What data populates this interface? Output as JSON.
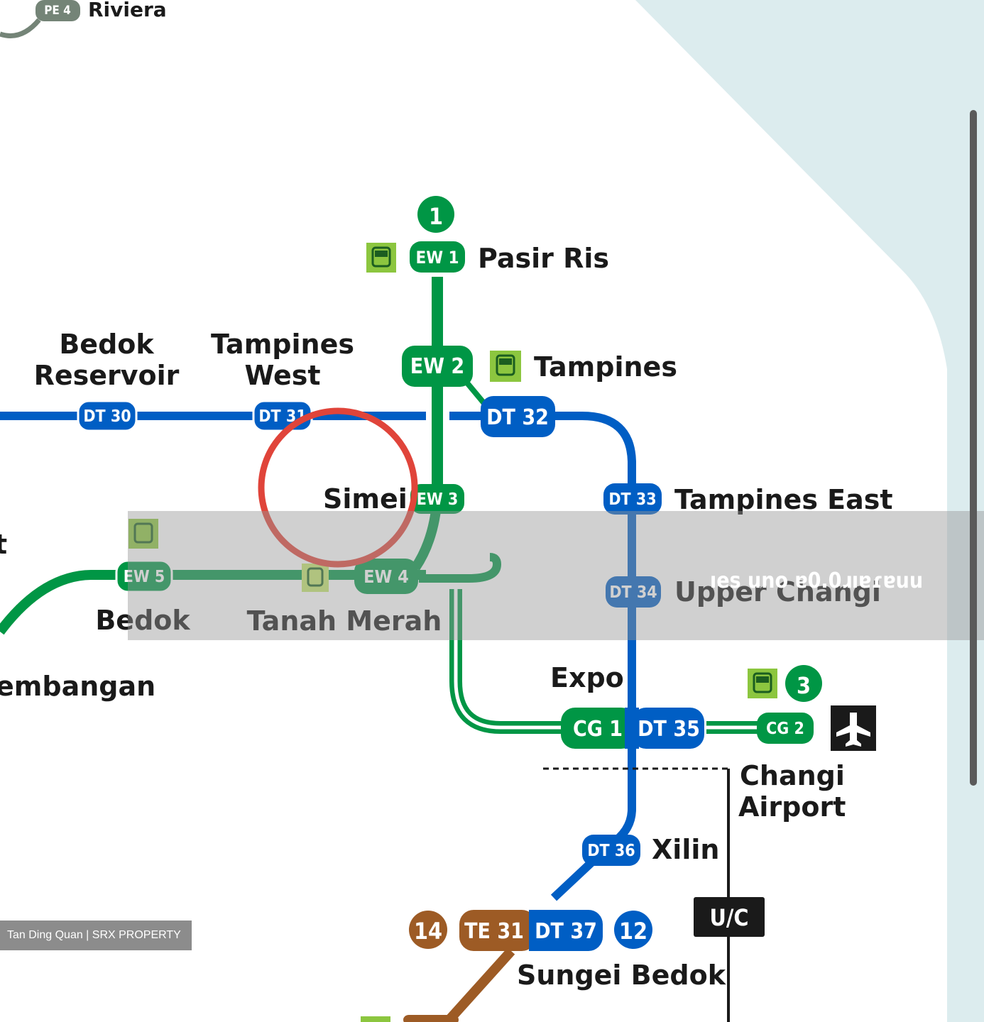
{
  "colors": {
    "ew_line": "#009645",
    "dt_line": "#005ec4",
    "te_line": "#9d5b25",
    "pe_line": "#748477",
    "sea": "#dcecee",
    "highlight_circle": "#e0443a",
    "bus_icon": "#8cc63f",
    "overlay": "rgba(150,150,150,0.55)"
  },
  "stations": {
    "riviera": {
      "code": "PE 4",
      "name": "Riviera"
    },
    "pasir_ris": {
      "code": "EW 1",
      "name": "Pasir Ris",
      "bus_interchange_no": "1"
    },
    "tampines": {
      "code_ew": "EW 2",
      "code_dt": "DT 32",
      "name": "Tampines"
    },
    "simei": {
      "code": "EW 3",
      "name": "Simei"
    },
    "bedok_reservoir": {
      "code": "DT 30",
      "name_line1": "Bedok",
      "name_line2": "Reservoir"
    },
    "tampines_west": {
      "code": "DT 31",
      "name_line1": "Tampines",
      "name_line2": "West"
    },
    "tampines_east": {
      "code": "DT 33",
      "name": "Tampines East"
    },
    "upper_changi": {
      "code": "DT 34",
      "name": "Upper Changi"
    },
    "bedok": {
      "code": "EW 5",
      "name": "Bedok"
    },
    "tanah_merah": {
      "code": "EW 4",
      "name": "Tanah Merah"
    },
    "kembangan": {
      "name": "embangan"
    },
    "partial_left": {
      "name": "t"
    },
    "expo": {
      "code_cg": "CG 1",
      "code_dt": "DT 35",
      "name": "Expo"
    },
    "changi_airport": {
      "code": "CG 2",
      "name_line1": "Changi",
      "name_line2": "Airport",
      "bus_interchange_no": "3"
    },
    "xilin": {
      "code": "DT 36",
      "name": "Xilin"
    },
    "sungei_bedok": {
      "code_te": "TE 31",
      "code_dt": "DT 37",
      "name": "Sungei Bedok",
      "te_no": "14",
      "dt_no": "12"
    }
  },
  "labels": {
    "under_construction": "U/C",
    "overlay_text": "ıes uno ɐ0.0ɹıɐɾɐuu"
  },
  "icons": {
    "bus": "bus-icon",
    "airport": "airplane-icon"
  },
  "credit": "Tan Ding Quan | SRX PROPERTY"
}
